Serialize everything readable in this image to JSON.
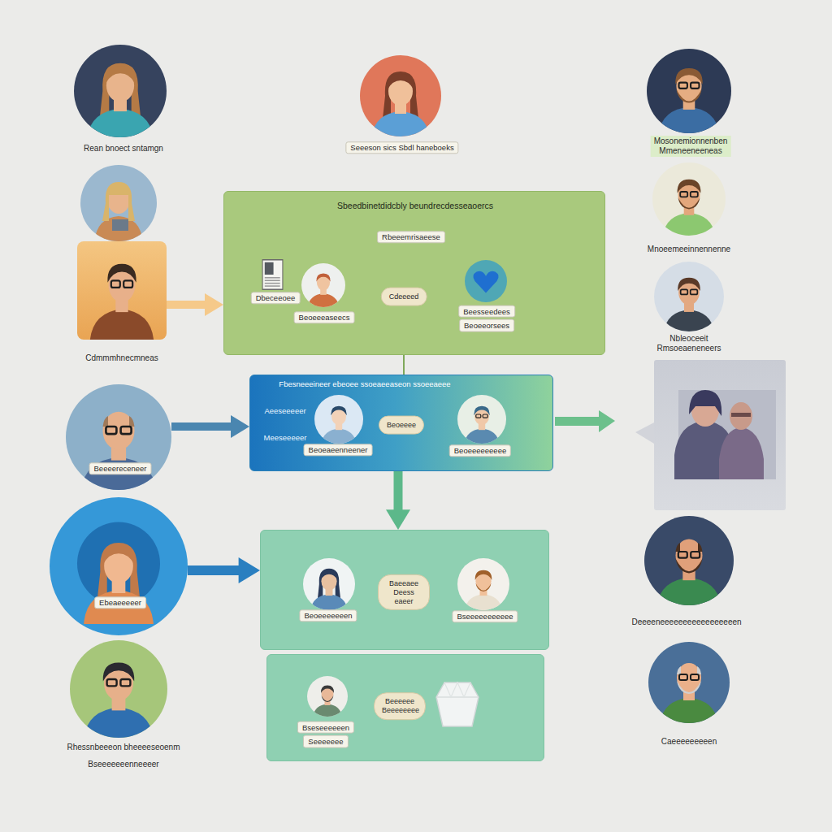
{
  "diagram": {
    "nodes": [
      {
        "text": [
          "Rean bnoect sntamgn"
        ]
      },
      {
        "text": [
          "Seeeson sics Sbdl haneboeks"
        ]
      },
      {
        "text": [
          "Mosonemionnenben Mmeneeneeneas"
        ]
      },
      {
        "text": [
          "Mnoeemeeinnennenne"
        ]
      },
      {
        "text": [
          "Cdmmmhnecmneas"
        ]
      },
      {
        "text": [
          "Sbeedbinetdidcbly beundrecdesseaoercs",
          "Rbeeemrisaeese"
        ]
      },
      {
        "text": [
          "Dbeceeoee"
        ],
        "in": 5
      },
      {
        "text": [
          "Beoeeeaseecs"
        ],
        "in": 5
      },
      {
        "text": [
          "Cdeeeed"
        ],
        "in": 5
      },
      {
        "text": [
          "Beesseedees",
          "Beoeeorsees"
        ],
        "in": 5
      },
      {
        "text": [
          "Nbleoceeit Rmsoeaeneneers"
        ]
      },
      {
        "text": [
          "Beeeereceneer"
        ]
      },
      {
        "text": [
          "Fbesneeeineer ebeoee ssoeaeeaseon ssoeeaeee",
          "Aeeseeeeer",
          "Meeseeeeer"
        ]
      },
      {
        "text": [
          "Beoeaeenneener"
        ],
        "in": 12
      },
      {
        "text": [
          "Beoeeee"
        ],
        "in": 12
      },
      {
        "text": [
          "Beoeeeeeeeee"
        ],
        "in": 12
      },
      {
        "text": [
          "Ebeaeeeeer"
        ]
      },
      {
        "text": [
          "Deeeeneeeeeeeeeeeeeeeeen"
        ]
      },
      {
        "text": []
      },
      {
        "text": [
          "Beoeeeeeeen"
        ],
        "in": 18
      },
      {
        "text": [
          "Baeeaee Deess eaeer"
        ],
        "in": 18
      },
      {
        "text": [
          "Bseeeeeeeeeee"
        ],
        "in": 18
      },
      {
        "text": [
          "Rhessnbeeeon bheeeeseoenm",
          "Bseeeeeeenneeeer"
        ]
      },
      {
        "text": [
          "Caeeeeeeeeen"
        ]
      },
      {
        "text": []
      },
      {
        "text": [
          "Bseseeeeeen",
          "Seeeeeee"
        ],
        "in": 24
      },
      {
        "text": [
          "Beeeeee Beeeeeeee"
        ],
        "in": 24
      }
    ],
    "edges": [
      {
        "from": 4,
        "to": 5,
        "arrow": "to"
      },
      {
        "from": 5,
        "to": 12,
        "arrow": "none"
      },
      {
        "from": 11,
        "to": 12,
        "arrow": "to"
      },
      {
        "from": 12,
        "to": 18,
        "arrow": "to"
      },
      {
        "from": 16,
        "to": 18,
        "arrow": "to"
      }
    ]
  }
}
